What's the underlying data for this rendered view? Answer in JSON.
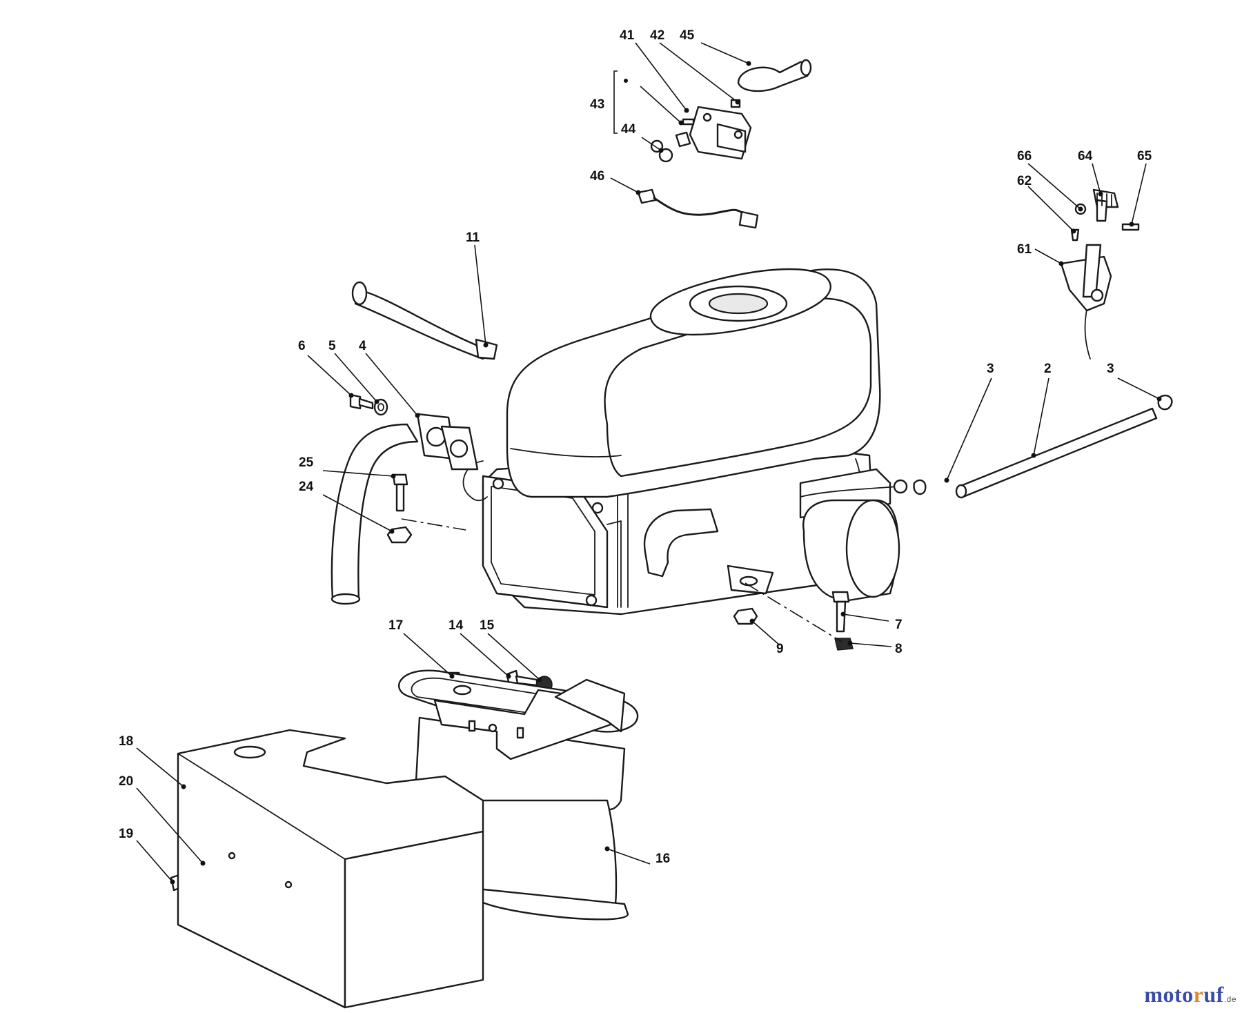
{
  "diagram": {
    "callouts": {
      "c41": "41",
      "c42": "42",
      "c45": "45",
      "c43": "43",
      "c44": "44",
      "c46": "46",
      "c11": "11",
      "c66": "66",
      "c64": "64",
      "c65": "65",
      "c62": "62",
      "c61": "61",
      "c6": "6",
      "c5": "5",
      "c4": "4",
      "c25": "25",
      "c24": "24",
      "c3a": "3",
      "c2": "2",
      "c3b": "3",
      "c7": "7",
      "c8": "8",
      "c9": "9",
      "c17": "17",
      "c14": "14",
      "c15": "15",
      "c18": "18",
      "c20": "20",
      "c19": "19",
      "c16": "16"
    },
    "icons": [
      "engine-block",
      "exhaust-muffler",
      "heat-shield",
      "fuel-hose",
      "throttle-cable",
      "solenoid",
      "wire-harness",
      "throttle-control",
      "exhaust-pipe",
      "gasket",
      "bolt",
      "nut",
      "washer"
    ]
  },
  "logo": {
    "part1": "moto",
    "part2": "r",
    "part3": "uf",
    "tld": ".de"
  }
}
